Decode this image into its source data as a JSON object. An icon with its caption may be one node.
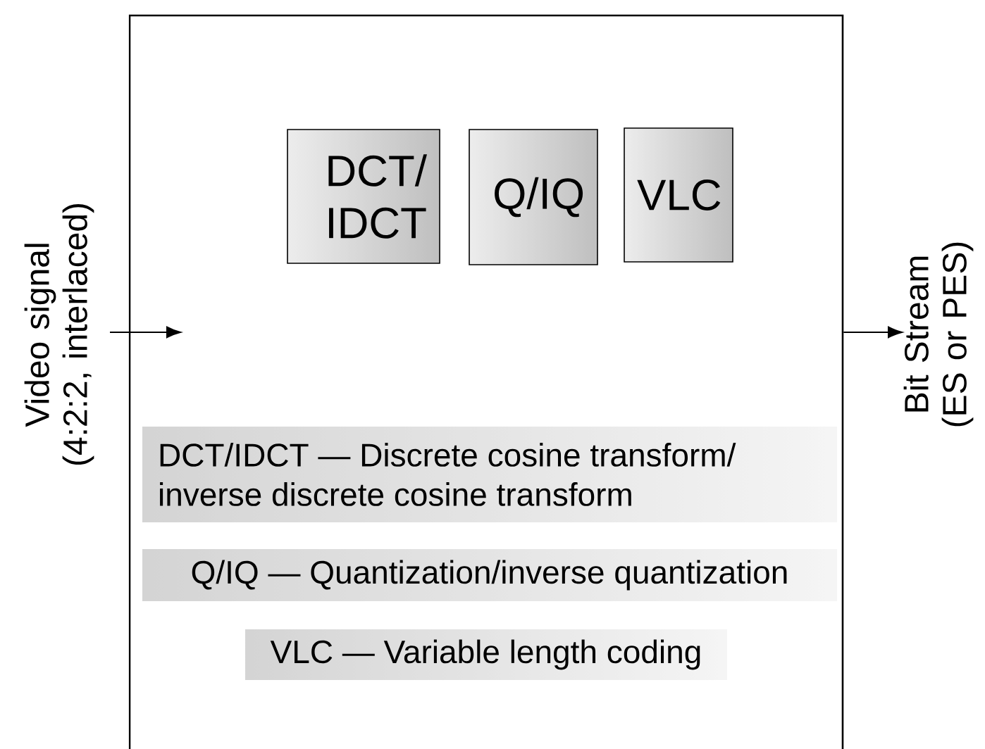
{
  "diagram": {
    "nodes": [
      {
        "text": [],
        "shape": "box"
      },
      {
        "text": [
          "DCT/ IDCT"
        ],
        "in": 0
      },
      {
        "text": [
          "Q/IQ"
        ],
        "in": 0
      },
      {
        "text": [
          "VLC"
        ],
        "in": 0
      },
      {
        "text": [
          "DCT/IDCT — Discrete cosine transform/ inverse discrete cosine transform"
        ],
        "in": 0
      },
      {
        "text": [
          "Q/IQ — Quantization/inverse quantization"
        ],
        "in": 0
      },
      {
        "text": [
          "VLC — Variable length coding"
        ],
        "in": 0
      },
      {
        "text": [
          "Video signal (4:2:2, interlaced)"
        ]
      },
      {
        "text": [
          "Bit Stream (ES or PES)"
        ]
      }
    ],
    "edges": [
      {
        "from": 7,
        "to": null,
        "arrow": "to"
      },
      {
        "from": 0,
        "to": 8,
        "arrow": "to"
      }
    ]
  }
}
